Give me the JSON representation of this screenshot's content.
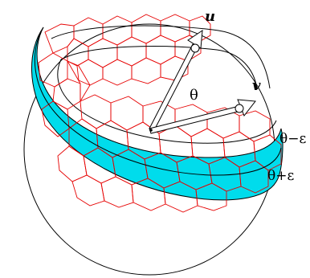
{
  "labels": {
    "vector_u": "u",
    "vector_v": "v",
    "angle": "θ",
    "lower_edge": "θ−ε",
    "upper_edge": "θ+ε"
  },
  "colors": {
    "band_fill": "#00dcec",
    "mesh_stroke": "#e60000",
    "sphere_stroke": "#000000",
    "background": "#ffffff"
  }
}
